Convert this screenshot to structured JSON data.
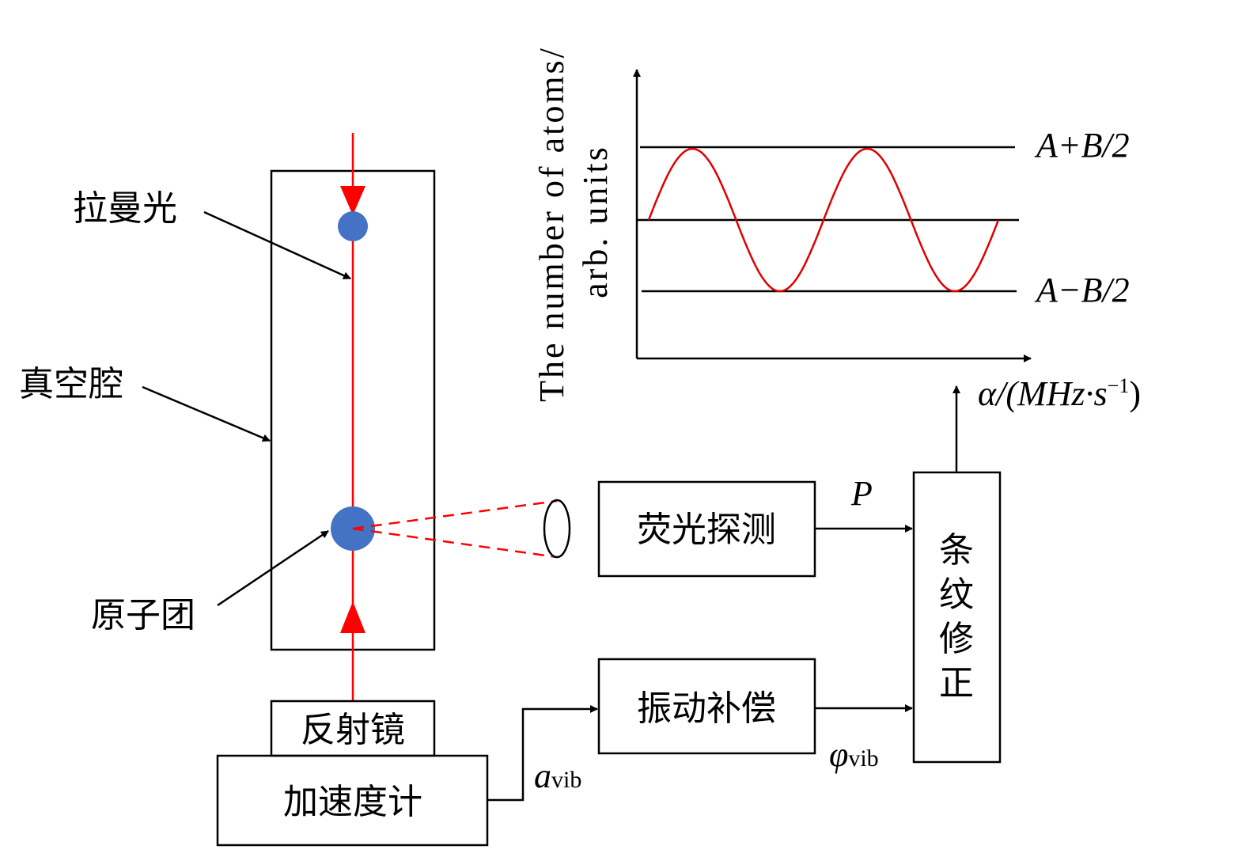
{
  "labels": {
    "raman_light": "拉曼光",
    "vacuum_chamber": "真空腔",
    "atom_cloud": "原子团",
    "mirror": "反射镜",
    "accelerometer": "加速度计",
    "fluorescence_detection": "荧光探测",
    "vibration_compensation": "振动补偿",
    "fringe_correction": [
      "条",
      "纹",
      "修",
      "正"
    ],
    "signal_p": "P",
    "a_vib_main": "a",
    "a_vib_sub": "vib",
    "phi_vib_main": "φ",
    "phi_vib_sub": "vib"
  },
  "plot": {
    "ylabel_line1": "The number of atoms/",
    "ylabel_line2": "arb. units",
    "xlabel_main": "α/(MHz·s",
    "xlabel_sup": "−1",
    "xlabel_close": ")",
    "upper_level": "A+B/2",
    "lower_level": "A−B/2",
    "curve": {
      "type": "sine",
      "periods": 2,
      "color": "#e00000"
    }
  },
  "colors": {
    "laser": "#ff0000",
    "atom": "#4472c4",
    "curve": "#e00000",
    "line": "#000000"
  }
}
